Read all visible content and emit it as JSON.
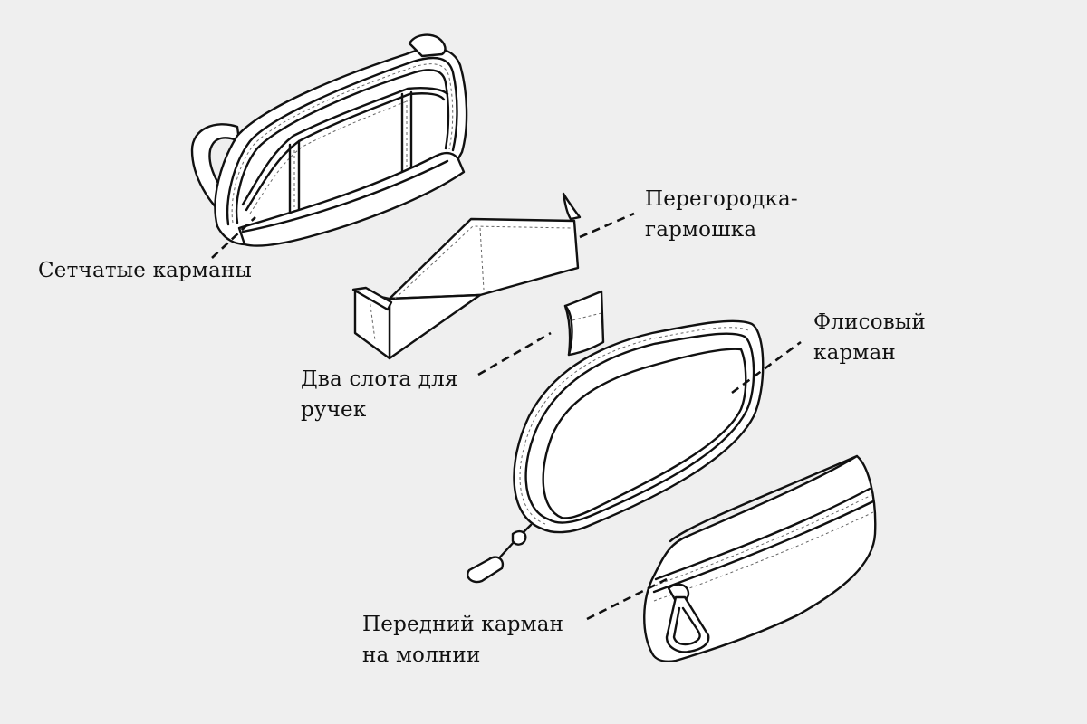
{
  "labels": {
    "mesh": [
      "Сетчатые карманы"
    ],
    "divider": [
      "Перегородка-",
      "гармошка"
    ],
    "slots": [
      "Два слота для",
      "ручек"
    ],
    "fleece": [
      "Флисовый",
      "карман"
    ],
    "front": [
      "Передний карман",
      "на молнии"
    ]
  },
  "colors": {
    "background": "#efefef",
    "ink": "#111111",
    "fill": "#ffffff"
  }
}
